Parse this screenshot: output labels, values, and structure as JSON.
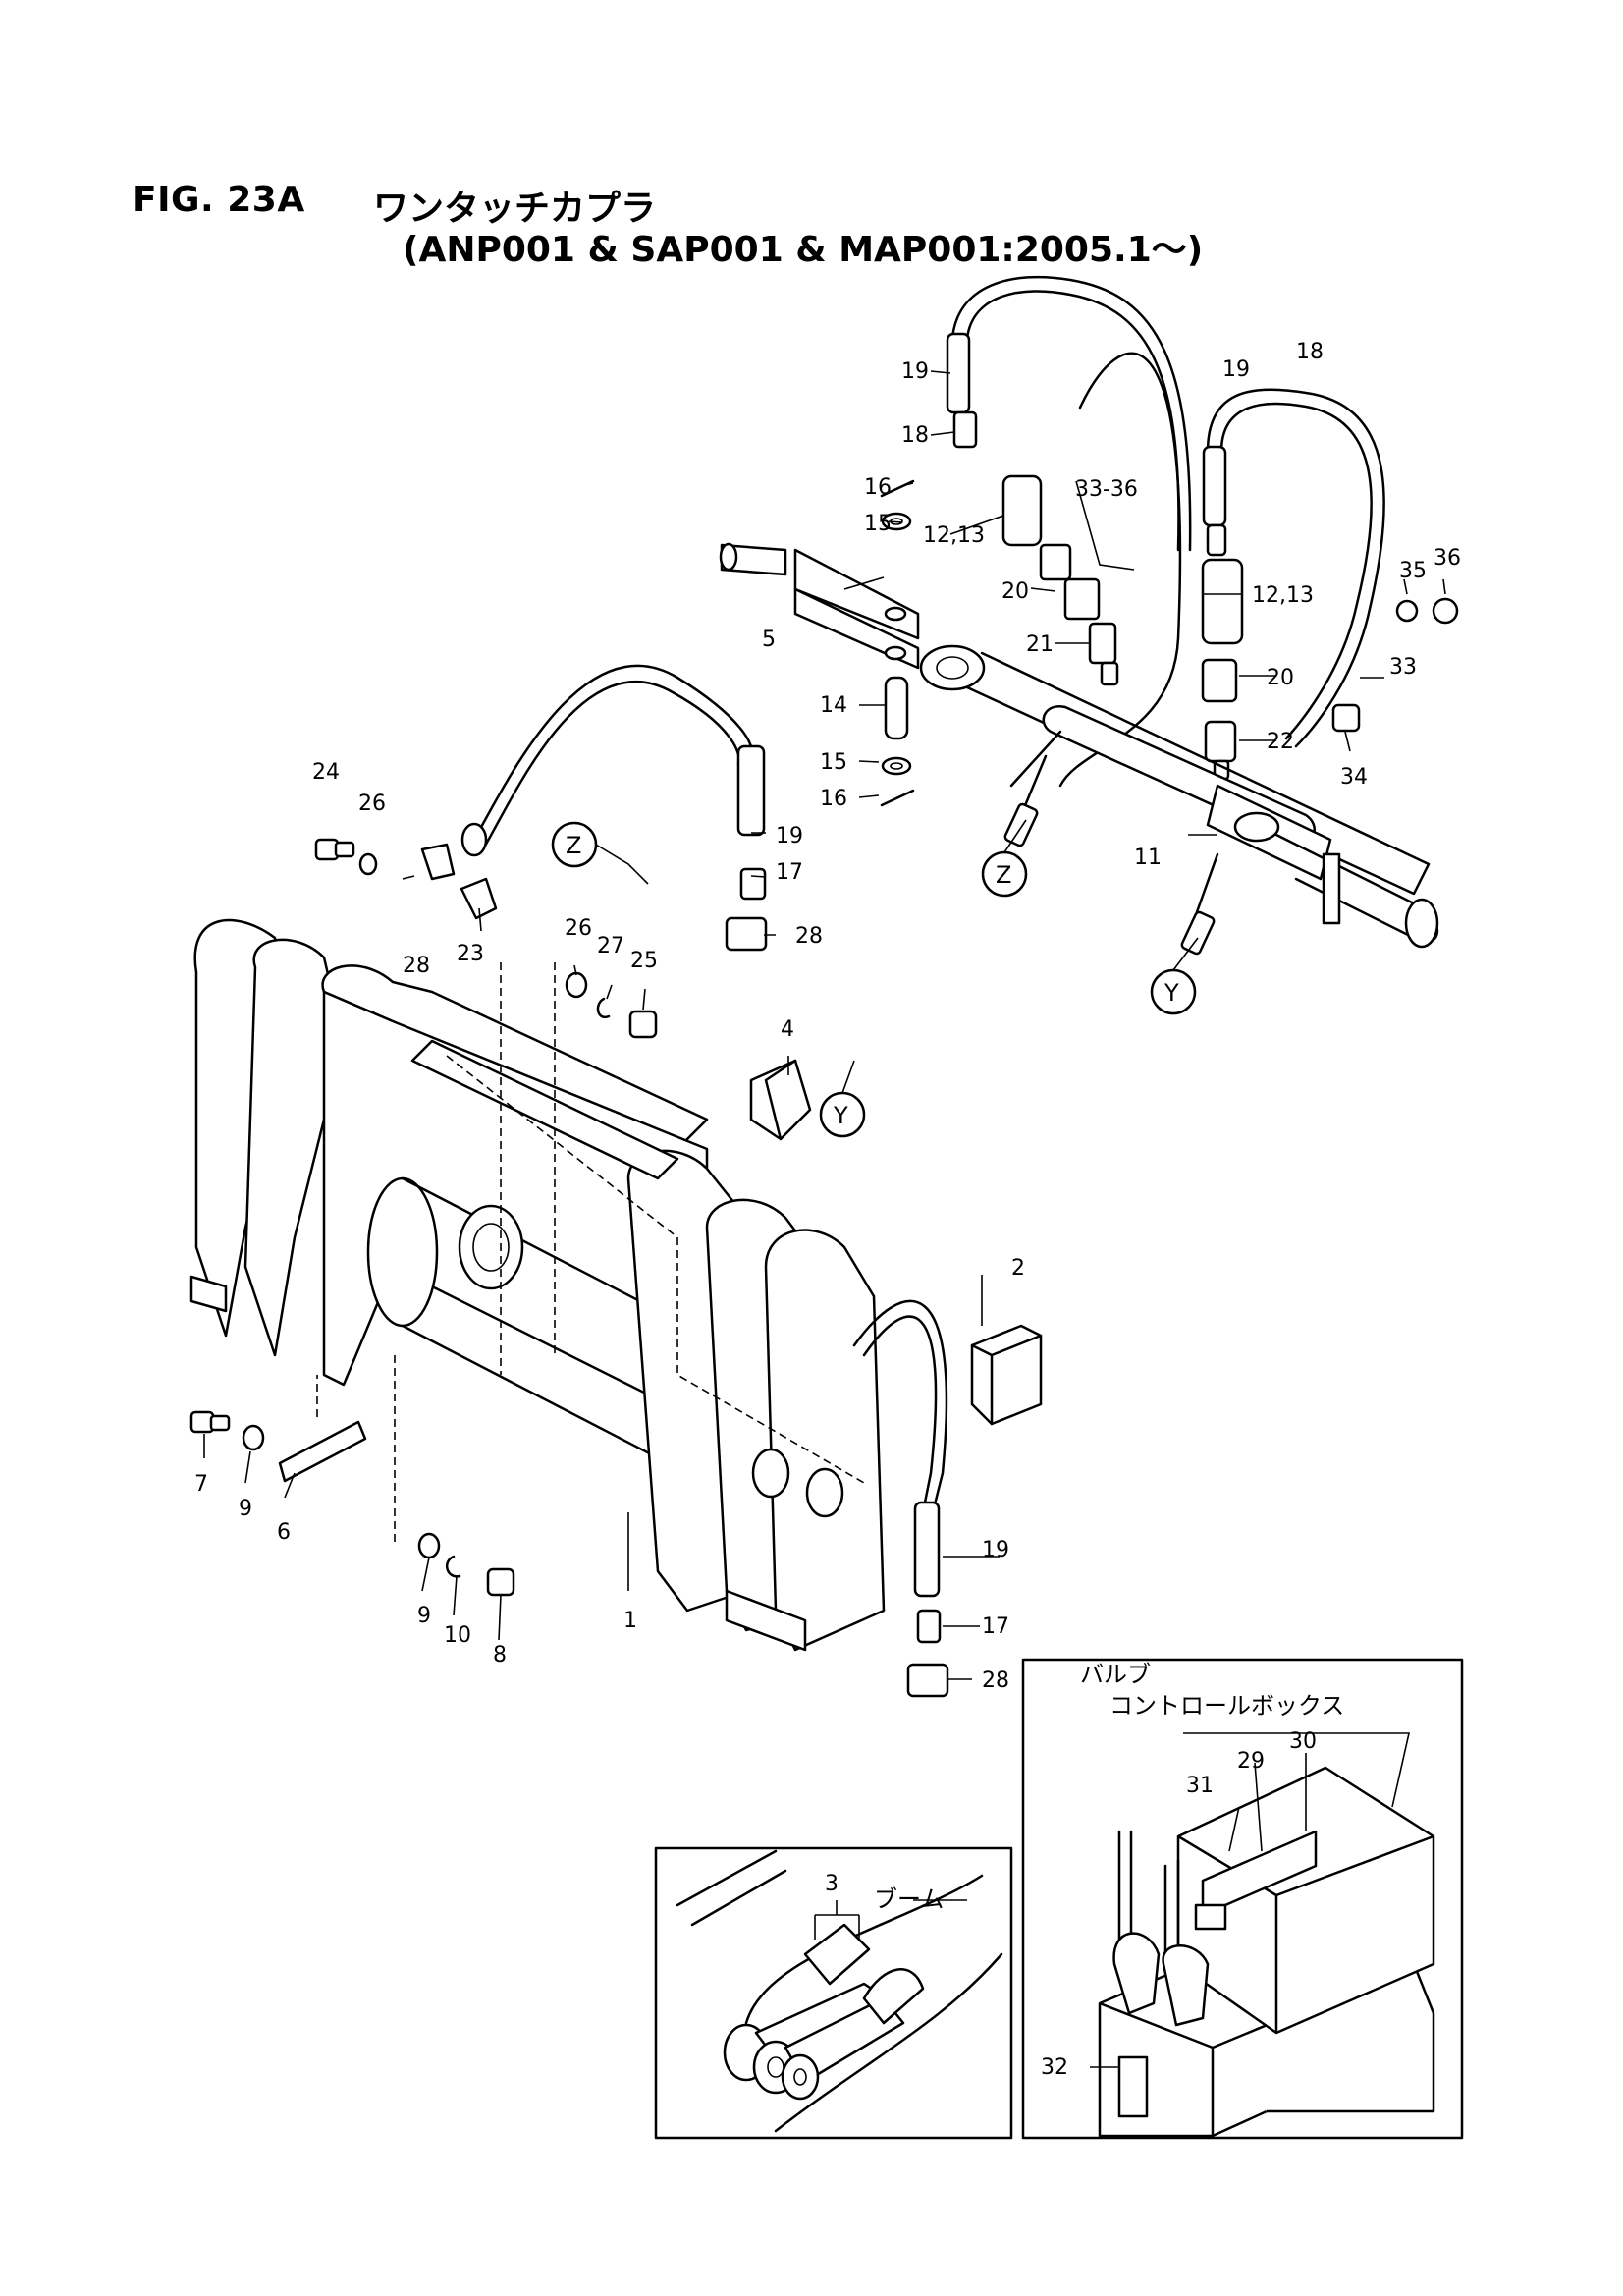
{
  "title": {
    "fig": "FIG. 23A",
    "name_jp": "ワンタッチカプラ",
    "models": "(ANP001 & SAP001 & MAP001:2005.1〜)"
  },
  "callouts": {
    "p1": "1",
    "p2": "2",
    "p3": "3",
    "p4": "4",
    "p5": "5",
    "p6": "6",
    "p7": "7",
    "p8": "8",
    "p9a": "9",
    "p9b": "9",
    "p10": "10",
    "p11": "11",
    "p12a": "12,13",
    "p12b": "12,13",
    "p14": "14",
    "p15a": "15",
    "p15b": "15",
    "p16a": "16",
    "p16b": "16",
    "p17a": "17",
    "p17b": "17",
    "p18a": "18",
    "p18b": "18",
    "p19a": "19",
    "p19b": "19",
    "p19c": "19",
    "p19d": "19",
    "p20a": "20",
    "p20b": "20",
    "p21": "21",
    "p22": "22",
    "p23": "23",
    "p24": "24",
    "p25": "25",
    "p26a": "26",
    "p26b": "26",
    "p27": "27",
    "p28a": "28",
    "p28b": "28",
    "p28c": "28",
    "p29": "29",
    "p30": "30",
    "p31": "31",
    "p32": "32",
    "p33": "33",
    "p3336": "33-36",
    "p34": "34",
    "p35": "35",
    "p36": "36"
  },
  "connectors": {
    "z1": "Z",
    "z2": "Z",
    "y1": "Y",
    "y2": "Y"
  },
  "inset_boom": {
    "label": "ブーム"
  },
  "inset_valve": {
    "label_line1": "バルブ",
    "label_line2": "コントロールボックス"
  }
}
